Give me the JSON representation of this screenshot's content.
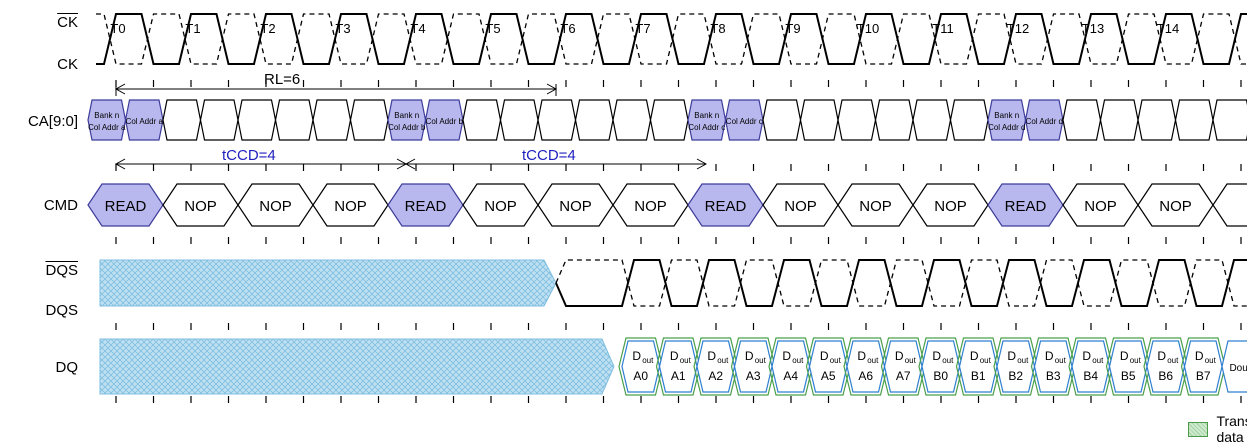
{
  "signals": {
    "ck_bar": "CK",
    "ck": "CK",
    "ca": "CA[9:0]",
    "cmd": "CMD",
    "dqs_bar": "DQS",
    "dqs": "DQS",
    "dq": "DQ"
  },
  "clock_labels": [
    "T0",
    "T1",
    "T2",
    "T3",
    "T4",
    "T5",
    "T6",
    "T7",
    "T8",
    "T9",
    "T10",
    "T11",
    "T12",
    "T13",
    "T14"
  ],
  "annotations": {
    "rl": "RL=6",
    "tccd_1": "tCCD=4",
    "tccd_2": "tCCD=4"
  },
  "ca_bus": [
    {
      "text": "Bank n\nCol Addr a",
      "highlight": true
    },
    {
      "text": "Col Addr a",
      "highlight": true
    },
    {
      "text": "",
      "highlight": false
    },
    {
      "text": "",
      "highlight": false
    },
    {
      "text": "",
      "highlight": false
    },
    {
      "text": "",
      "highlight": false
    },
    {
      "text": "",
      "highlight": false
    },
    {
      "text": "",
      "highlight": false
    },
    {
      "text": "Bank n\nCol Addr b",
      "highlight": true
    },
    {
      "text": "Col Addr b",
      "highlight": true
    },
    {
      "text": "",
      "highlight": false
    },
    {
      "text": "",
      "highlight": false
    },
    {
      "text": "",
      "highlight": false
    },
    {
      "text": "",
      "highlight": false
    },
    {
      "text": "",
      "highlight": false
    },
    {
      "text": "",
      "highlight": false
    },
    {
      "text": "Bank n\nCol Addr c",
      "highlight": true
    },
    {
      "text": "Col Addr c",
      "highlight": true
    },
    {
      "text": "",
      "highlight": false
    },
    {
      "text": "",
      "highlight": false
    },
    {
      "text": "",
      "highlight": false
    },
    {
      "text": "",
      "highlight": false
    },
    {
      "text": "",
      "highlight": false
    },
    {
      "text": "",
      "highlight": false
    },
    {
      "text": "Bank n\nCol Addr d",
      "highlight": true
    },
    {
      "text": "Col Addr d",
      "highlight": true
    },
    {
      "text": "",
      "highlight": false
    },
    {
      "text": "",
      "highlight": false
    },
    {
      "text": "",
      "highlight": false
    },
    {
      "text": "",
      "highlight": false
    },
    {
      "text": "",
      "highlight": false
    }
  ],
  "cmd_bus": [
    {
      "text": "READ",
      "highlight": true
    },
    {
      "text": "NOP",
      "highlight": false
    },
    {
      "text": "NOP",
      "highlight": false
    },
    {
      "text": "NOP",
      "highlight": false
    },
    {
      "text": "READ",
      "highlight": true
    },
    {
      "text": "NOP",
      "highlight": false
    },
    {
      "text": "NOP",
      "highlight": false
    },
    {
      "text": "NOP",
      "highlight": false
    },
    {
      "text": "READ",
      "highlight": true
    },
    {
      "text": "NOP",
      "highlight": false
    },
    {
      "text": "NOP",
      "highlight": false
    },
    {
      "text": "NOP",
      "highlight": false
    },
    {
      "text": "READ",
      "highlight": true
    },
    {
      "text": "NOP",
      "highlight": false
    },
    {
      "text": "NOP",
      "highlight": false
    },
    {
      "text": "",
      "highlight": false
    }
  ],
  "dq_prefix": "D",
  "dq_sub": "out",
  "dq_data": [
    "A0",
    "A1",
    "A2",
    "A3",
    "A4",
    "A5",
    "A6",
    "A7",
    "B0",
    "B1",
    "B2",
    "B3",
    "B4",
    "B5",
    "B6",
    "B7"
  ],
  "dq_last": "Dout",
  "legend": "Transitioning data",
  "colors": {
    "highlight_fill": "#b9b8ee",
    "highlight_stroke": "#3c3c9a",
    "hatch_fill": "#bfe0f2",
    "hatch_line": "#7fbfe0",
    "dq_stroke": "#2f7fd0",
    "transition_stroke": "#4aa04a",
    "annotation_blue": "#1f1fbf"
  }
}
